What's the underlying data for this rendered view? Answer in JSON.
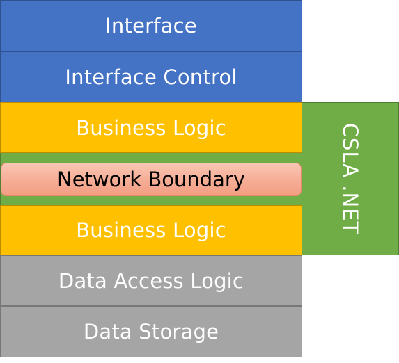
{
  "layers": {
    "interface": "Interface",
    "interface_control": "Interface Control",
    "business_logic_top": "Business Logic",
    "network_boundary": "Network Boundary",
    "business_logic_bottom": "Business Logic",
    "data_access_logic": "Data Access Logic",
    "data_storage": "Data Storage"
  },
  "framework": {
    "label": "CSLA .NET"
  },
  "colors": {
    "blue": "#4472c4",
    "orange": "#ffc000",
    "gray": "#a5a5a5",
    "green": "#70ad47",
    "salmon": "#f4b09a"
  }
}
